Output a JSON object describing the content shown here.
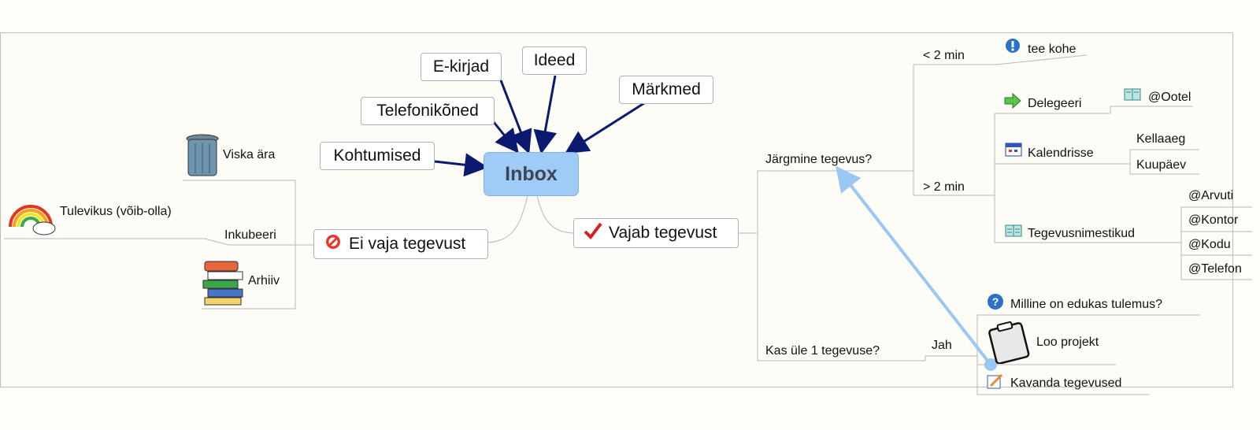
{
  "root": "Inbox",
  "inputs": [
    "E-kirjad",
    "Ideed",
    "Telefonikõned",
    "Märkmed",
    "Kohtumised"
  ],
  "left": {
    "branch": "Ei vaja tegevust",
    "items": {
      "trash": "Viska ära",
      "future": "Tulevikus (võib-olla)",
      "incubate": "Inkubeeri",
      "archive": "Arhiiv"
    }
  },
  "right": {
    "branch": "Vajab tegevust",
    "next_action": "Järgmine tegevus?",
    "under2": "< 2 min",
    "do_now": "tee kohe",
    "over2": "> 2 min",
    "delegate": "Delegeeri",
    "waiting": "@Ootel",
    "calendar": "Kalendrisse",
    "time": "Kellaaeg",
    "date": "Kuupäev",
    "lists": "Tegevusnimestikud",
    "contexts": [
      "@Arvuti",
      "@Kontor",
      "@Kodu",
      "@Telefon"
    ],
    "multi": "Kas üle 1 tegevuse?",
    "yes": "Jah",
    "outcome": "Milline on edukas tulemus?",
    "project": "Loo projekt",
    "plan": "Kavanda tegevused"
  },
  "colors": {
    "arrow": "#0b1a6e",
    "loop_arrow": "#9ac8f2",
    "inbox_fill": "#9fcbf7"
  }
}
